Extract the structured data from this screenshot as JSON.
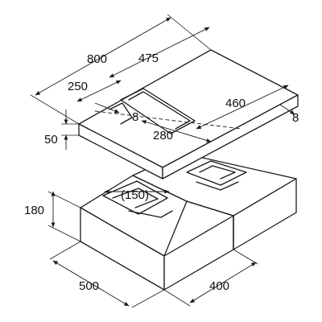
{
  "diagram": {
    "labels": {
      "top_width": "800",
      "top_width_right": "475",
      "top_cut_offset": "250",
      "top_gap_left": "8",
      "top_depth_right": "460",
      "top_gap_right": "8",
      "top_height": "50",
      "top_mid_depth": "280",
      "base_cut": "(150)",
      "base_height": "180",
      "base_width": "500",
      "base_depth": "400"
    }
  }
}
